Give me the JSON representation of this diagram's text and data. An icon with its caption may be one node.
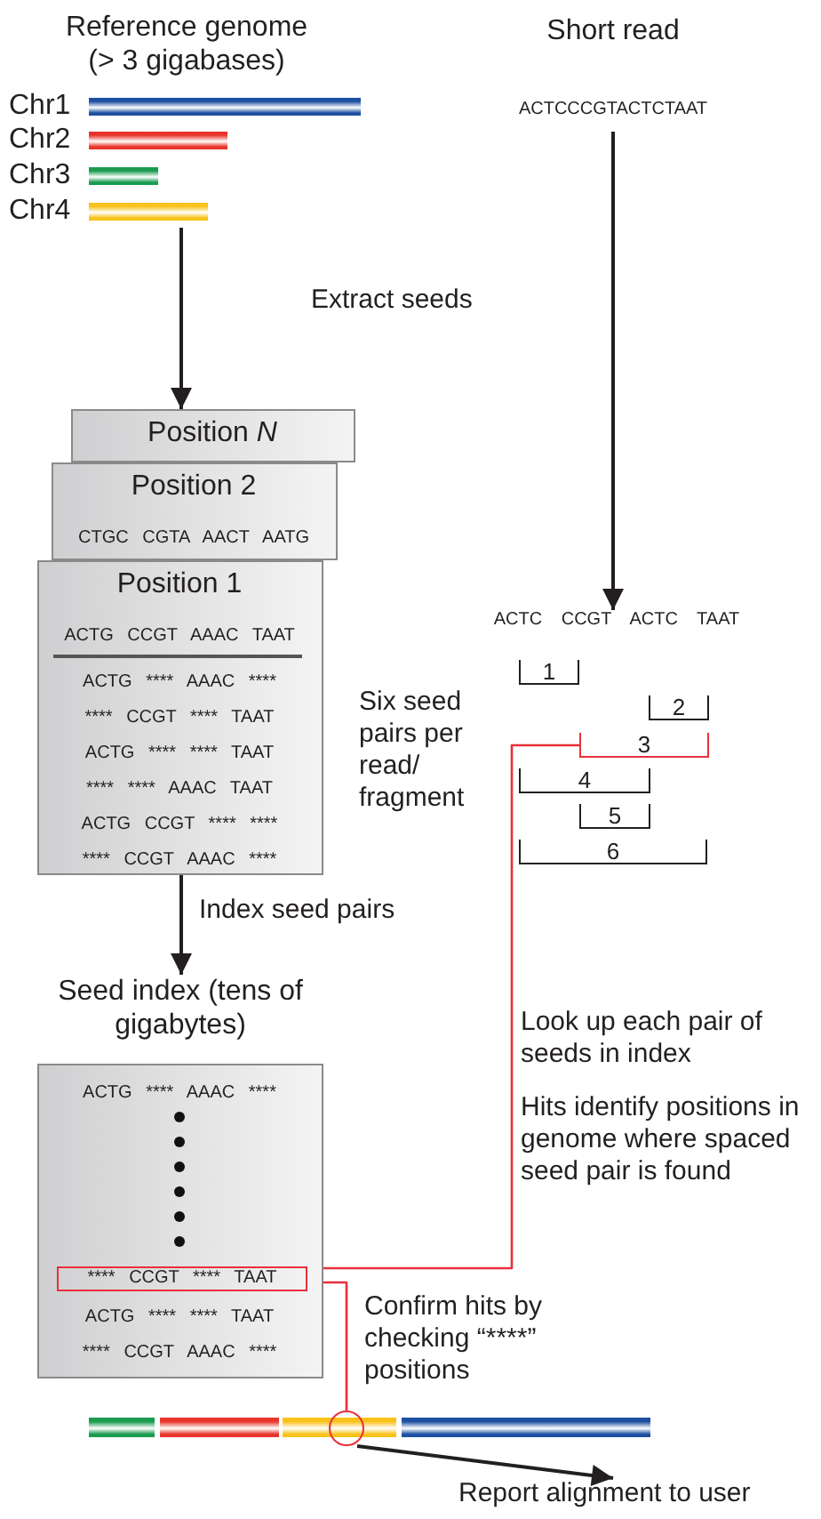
{
  "diagram": {
    "nodes": [
      {
        "text": [
          "Reference genome (> 3 gigabases)"
        ]
      },
      {
        "text": [
          "Chr1"
        ],
        "in": 0
      },
      {
        "text": [
          "Chr2"
        ],
        "in": 0
      },
      {
        "text": [
          "Chr3"
        ],
        "in": 0
      },
      {
        "text": [
          "Chr4"
        ],
        "in": 0
      },
      {
        "text": [
          "Short read",
          "ACTCCCGTACTCTAAT"
        ]
      },
      {
        "text": [
          "Position *N*"
        ]
      },
      {
        "text": [
          "Position 2",
          "CTGC CGTA AACT AATG"
        ]
      },
      {
        "text": [
          "Position 1",
          "ACTG CCGT AAAC TAAT",
          "ACTG **** AAAC ****",
          "**** CCGT **** TAAT",
          "ACTG **** **** TAAT",
          "**** **** AAAC TAAT",
          "ACTG CCGT **** ****",
          "**** CCGT AAAC ****"
        ]
      },
      {
        "text": [
          "ACTC CCGT ACTC TAAT"
        ]
      },
      {
        "text": [
          "1"
        ]
      },
      {
        "text": [
          "2"
        ]
      },
      {
        "text": [
          "3"
        ]
      },
      {
        "text": [
          "4"
        ]
      },
      {
        "text": [
          "5"
        ]
      },
      {
        "text": [
          "6"
        ]
      },
      {
        "text": [
          "Seed index (tens of gigabytes)",
          "ACTG **** AAAC ****",
          "ACTG **** **** TAAT",
          "**** CCGT AAAC ****"
        ]
      },
      {
        "text": [
          "**** CCGT **** TAAT"
        ],
        "in": 16
      },
      {
        "text": [],
        "shape": "bar"
      },
      {
        "text": [],
        "shape": "circle"
      },
      {
        "text": [
          "Report alignment to user"
        ]
      }
    ],
    "edges": [
      {
        "from": 0,
        "to": 6,
        "arrow": "to"
      },
      {
        "from": 5,
        "to": 9,
        "arrow": "to"
      },
      {
        "from": 8,
        "to": 16,
        "arrow": "to",
        "label": "Index seed pairs"
      },
      {
        "from": 12,
        "to": 17,
        "arrow": "none",
        "color": "#e8303a"
      },
      {
        "from": 17,
        "to": 19,
        "arrow": "none",
        "color": "#e8303a"
      },
      {
        "from": 19,
        "to": 20,
        "arrow": "to"
      }
    ],
    "labels": [
      "Extract seeds",
      "Six seed pairs per read/ fragment",
      "Look up each pair of seeds in index",
      "Hits identify positions in genome where spaced seed pair is found",
      "Confirm hits by checking “****” positions"
    ]
  }
}
